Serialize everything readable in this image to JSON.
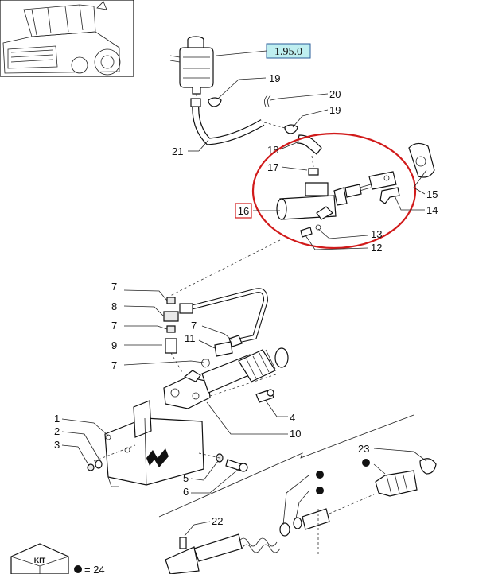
{
  "reference_box": {
    "label": "1.95.0",
    "fill": "#bfeff0",
    "border": "#2a5c9a"
  },
  "highlight_box": {
    "label": "16",
    "color": "#d11a1a"
  },
  "highlight_ellipse_color": "#d11a1a",
  "callouts": {
    "n1": "1",
    "n2": "2",
    "n3": "3",
    "n4": "4",
    "n5": "5",
    "n6": "6",
    "n7a": "7",
    "n7b": "7",
    "n7c": "7",
    "n7d": "7",
    "n8": "8",
    "n9": "9",
    "n10": "10",
    "n11": "11",
    "n12": "12",
    "n13": "13",
    "n14": "14",
    "n15": "15",
    "n17": "17",
    "n18": "18",
    "n19a": "19",
    "n19b": "19",
    "n20": "20",
    "n21": "21",
    "n22": "22",
    "n23": "23"
  },
  "legend": {
    "kit_label": "KIT",
    "equals_text": "= 24"
  },
  "icons": [
    "tractor-thumbnail-icon",
    "kit-box-icon",
    "bullet-marker-icon"
  ]
}
